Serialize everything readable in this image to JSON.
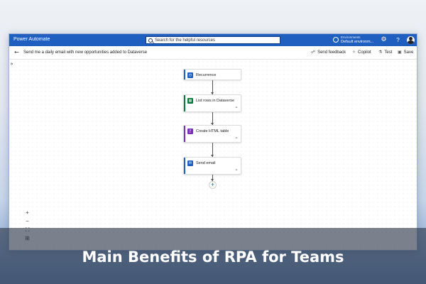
{
  "app": {
    "title": "Power Automate",
    "accent_color": "#1f5fbf"
  },
  "search": {
    "placeholder": "Search for the helpful resources"
  },
  "environment": {
    "label": "Environments",
    "value": "Default environm..."
  },
  "header_icons": [
    "gear-icon",
    "help-icon",
    "avatar"
  ],
  "flow": {
    "title": "Send me a daily email with new opportunities added to Dataverse"
  },
  "commands": {
    "send_feedback": "Send feedback",
    "copilot": "Copilot",
    "test": "Test",
    "save": "Save"
  },
  "steps": [
    {
      "label": "Recurrence",
      "color": "#1f5fbf",
      "icon": "clock-icon"
    },
    {
      "label": "List rows in Dataverse",
      "color": "#0b7a3e",
      "icon": "dataverse-icon"
    },
    {
      "label": "Create HTML table",
      "color": "#7a2fb8",
      "icon": "data-operation-icon"
    },
    {
      "label": "Send email",
      "color": "#1f5fbf",
      "icon": "outlook-icon"
    }
  ],
  "zoom_controls": [
    "zoom-in",
    "zoom-out",
    "fit-view",
    "minimap"
  ],
  "caption": "Main Benefits of RPA for Teams"
}
